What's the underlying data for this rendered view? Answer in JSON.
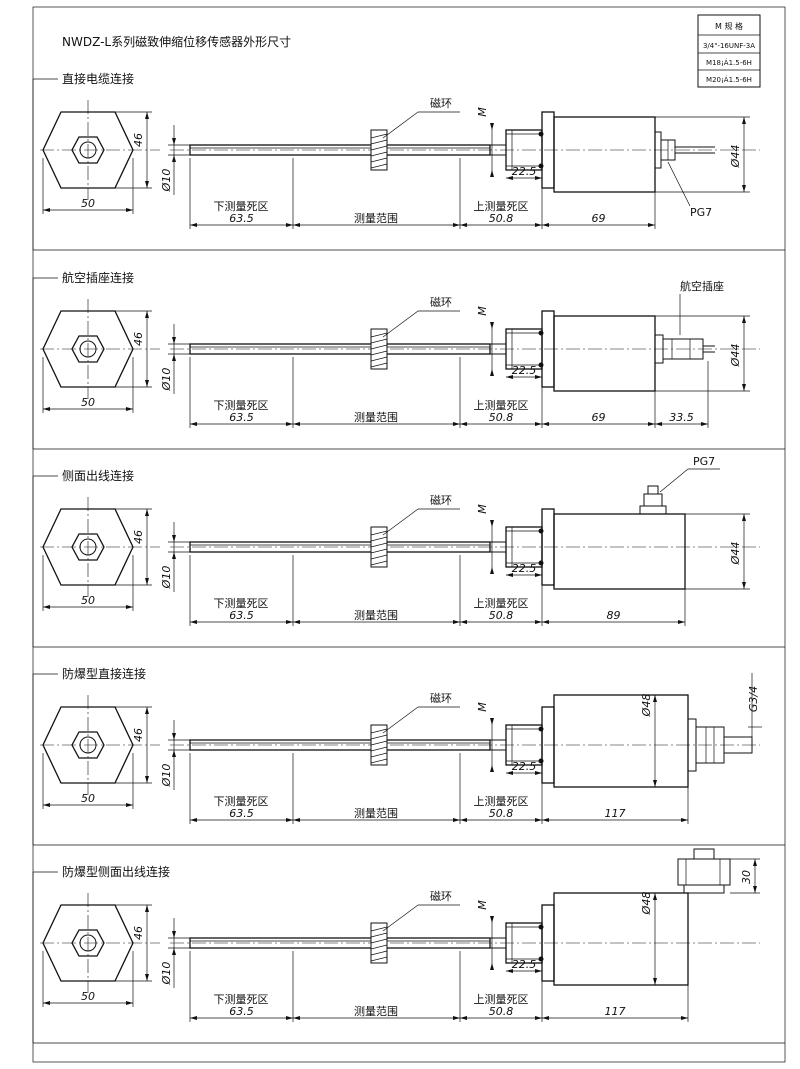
{
  "title": "NWDZ-L系列磁致伸缩位移传感器外形尺寸",
  "spec_table": {
    "header": "M 规 格",
    "rows": [
      "3/4\"-16UNF-3A",
      "M18¡Á1.5-6H",
      "M20¡Á1.5-6H"
    ]
  },
  "sections": [
    {
      "label": "直接电缆连接",
      "hex_width": "50",
      "hex_height": "46",
      "rod_dia": "Ø10",
      "magnet_label": "磁环",
      "m_label": "M",
      "thread_len": "22.5",
      "lower_dead_label": "下测量死区",
      "lower_dead": "63.5",
      "range_label": "测量范围",
      "upper_dead_label": "上测量死区",
      "upper_dead": "50.8",
      "body_len": "69",
      "body_dia": "Ø44",
      "connector_label": "PG7"
    },
    {
      "label": "航空插座连接",
      "hex_width": "50",
      "hex_height": "46",
      "rod_dia": "Ø10",
      "magnet_label": "磁环",
      "m_label": "M",
      "thread_len": "22.5",
      "lower_dead_label": "下测量死区",
      "lower_dead": "63.5",
      "range_label": "测量范围",
      "upper_dead_label": "上测量死区",
      "upper_dead": "50.8",
      "body_len": "69",
      "connector_len": "33.5",
      "body_dia": "Ø44",
      "connector_label": "航空插座"
    },
    {
      "label": "侧面出线连接",
      "hex_width": "50",
      "hex_height": "46",
      "rod_dia": "Ø10",
      "magnet_label": "磁环",
      "m_label": "M",
      "thread_len": "22.5",
      "lower_dead_label": "下测量死区",
      "lower_dead": "63.5",
      "range_label": "测量范围",
      "upper_dead_label": "上测量死区",
      "upper_dead": "50.8",
      "body_len": "89",
      "body_dia": "Ø44",
      "connector_label": "PG7"
    },
    {
      "label": "防爆型直接连接",
      "hex_width": "50",
      "hex_height": "46",
      "rod_dia": "Ø10",
      "magnet_label": "磁环",
      "m_label": "M",
      "thread_len": "22.5",
      "lower_dead_label": "下测量死区",
      "lower_dead": "63.5",
      "range_label": "测量范围",
      "upper_dead_label": "上测量死区",
      "upper_dead": "50.8",
      "body_len": "117",
      "body_dia": "Ø48",
      "connector_label": "G3/4"
    },
    {
      "label": "防爆型侧面出线连接",
      "hex_width": "50",
      "hex_height": "46",
      "rod_dia": "Ø10",
      "magnet_label": "磁环",
      "m_label": "M",
      "thread_len": "22.5",
      "lower_dead_label": "下测量死区",
      "lower_dead": "63.5",
      "range_label": "测量范围",
      "upper_dead_label": "上测量死区",
      "upper_dead": "50.8",
      "body_len": "117",
      "body_dia": "Ø48",
      "connector_height": "30"
    }
  ]
}
